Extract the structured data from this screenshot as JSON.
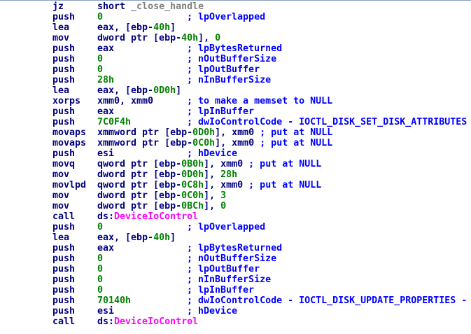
{
  "colors": {
    "text": "#000080",
    "number": "#008000",
    "name": "#808080",
    "import": "#ff00ff",
    "comment": "#0000ff"
  },
  "lines": [
    {
      "mn": "jz",
      "ops": [
        {
          "t": "short ",
          "k": "reg"
        },
        {
          "t": "_close_handle",
          "k": "name"
        }
      ],
      "cm": ""
    },
    {
      "mn": "push",
      "ops": [
        {
          "t": "0",
          "k": "num"
        }
      ],
      "cm": "; lpOverlapped"
    },
    {
      "mn": "lea",
      "ops": [
        {
          "t": "eax, [ebp-",
          "k": "reg"
        },
        {
          "t": "40h",
          "k": "num"
        },
        {
          "t": "]",
          "k": "reg"
        }
      ],
      "cm": ""
    },
    {
      "mn": "mov",
      "ops": [
        {
          "t": "dword ptr [ebp-",
          "k": "reg"
        },
        {
          "t": "40h",
          "k": "num"
        },
        {
          "t": "], ",
          "k": "reg"
        },
        {
          "t": "0",
          "k": "num"
        }
      ],
      "cm": ""
    },
    {
      "mn": "push",
      "ops": [
        {
          "t": "eax",
          "k": "reg"
        }
      ],
      "cm": "; lpBytesReturned"
    },
    {
      "mn": "push",
      "ops": [
        {
          "t": "0",
          "k": "num"
        }
      ],
      "cm": "; nOutBufferSize"
    },
    {
      "mn": "push",
      "ops": [
        {
          "t": "0",
          "k": "num"
        }
      ],
      "cm": "; lpOutBuffer"
    },
    {
      "mn": "push",
      "ops": [
        {
          "t": "28h",
          "k": "num"
        }
      ],
      "cm": "; nInBufferSize"
    },
    {
      "mn": "lea",
      "ops": [
        {
          "t": "eax, [ebp-",
          "k": "reg"
        },
        {
          "t": "0D0h",
          "k": "num"
        },
        {
          "t": "]",
          "k": "reg"
        }
      ],
      "cm": ""
    },
    {
      "mn": "xorps",
      "ops": [
        {
          "t": "xmm0, xmm0",
          "k": "reg"
        }
      ],
      "cm": "; to make a memset to NULL"
    },
    {
      "mn": "push",
      "ops": [
        {
          "t": "eax",
          "k": "reg"
        }
      ],
      "cm": "; lpInBuffer"
    },
    {
      "mn": "push",
      "ops": [
        {
          "t": "7C0F4h",
          "k": "num"
        }
      ],
      "cm": "; dwIoControlCode - IOCTL_DISK_SET_DISK_ATTRIBUTES"
    },
    {
      "mn": "movaps",
      "ops": [
        {
          "t": "xmmword ptr [ebp-",
          "k": "reg"
        },
        {
          "t": "0D0h",
          "k": "num"
        },
        {
          "t": "], xmm0",
          "k": "reg"
        }
      ],
      "cm": "; put at NULL"
    },
    {
      "mn": "movaps",
      "ops": [
        {
          "t": "xmmword ptr [ebp-",
          "k": "reg"
        },
        {
          "t": "0C0h",
          "k": "num"
        },
        {
          "t": "], xmm0",
          "k": "reg"
        }
      ],
      "cm": "; put at NULL"
    },
    {
      "mn": "push",
      "ops": [
        {
          "t": "esi",
          "k": "reg"
        }
      ],
      "cm": "; hDevice"
    },
    {
      "mn": "movq",
      "ops": [
        {
          "t": "qword ptr [ebp-",
          "k": "reg"
        },
        {
          "t": "0B0h",
          "k": "num"
        },
        {
          "t": "], xmm0",
          "k": "reg"
        }
      ],
      "cm": "; put at NULL"
    },
    {
      "mn": "mov",
      "ops": [
        {
          "t": "dword ptr [ebp-",
          "k": "reg"
        },
        {
          "t": "0D0h",
          "k": "num"
        },
        {
          "t": "], ",
          "k": "reg"
        },
        {
          "t": "28h",
          "k": "num"
        }
      ],
      "cm": ""
    },
    {
      "mn": "movlpd",
      "ops": [
        {
          "t": "qword ptr [ebp-",
          "k": "reg"
        },
        {
          "t": "0C8h",
          "k": "num"
        },
        {
          "t": "], xmm0",
          "k": "reg"
        }
      ],
      "cm": "; put at NULL"
    },
    {
      "mn": "mov",
      "ops": [
        {
          "t": "dword ptr [ebp-",
          "k": "reg"
        },
        {
          "t": "0C0h",
          "k": "num"
        },
        {
          "t": "], ",
          "k": "reg"
        },
        {
          "t": "3",
          "k": "num"
        }
      ],
      "cm": ""
    },
    {
      "mn": "mov",
      "ops": [
        {
          "t": "dword ptr [ebp-",
          "k": "reg"
        },
        {
          "t": "0BCh",
          "k": "num"
        },
        {
          "t": "], ",
          "k": "reg"
        },
        {
          "t": "0",
          "k": "num"
        }
      ],
      "cm": ""
    },
    {
      "mn": "call",
      "ops": [
        {
          "t": "ds:",
          "k": "reg"
        },
        {
          "t": "DeviceIoControl",
          "k": "imp"
        }
      ],
      "cm": ""
    },
    {
      "mn": "push",
      "ops": [
        {
          "t": "0",
          "k": "num"
        }
      ],
      "cm": "; lpOverlapped"
    },
    {
      "mn": "lea",
      "ops": [
        {
          "t": "eax, [ebp-",
          "k": "reg"
        },
        {
          "t": "40h",
          "k": "num"
        },
        {
          "t": "]",
          "k": "reg"
        }
      ],
      "cm": ""
    },
    {
      "mn": "push",
      "ops": [
        {
          "t": "eax",
          "k": "reg"
        }
      ],
      "cm": "; lpBytesReturned"
    },
    {
      "mn": "push",
      "ops": [
        {
          "t": "0",
          "k": "num"
        }
      ],
      "cm": "; nOutBufferSize"
    },
    {
      "mn": "push",
      "ops": [
        {
          "t": "0",
          "k": "num"
        }
      ],
      "cm": "; lpOutBuffer"
    },
    {
      "mn": "push",
      "ops": [
        {
          "t": "0",
          "k": "num"
        }
      ],
      "cm": "; nInBufferSize"
    },
    {
      "mn": "push",
      "ops": [
        {
          "t": "0",
          "k": "num"
        }
      ],
      "cm": "; lpInBuffer"
    },
    {
      "mn": "push",
      "ops": [
        {
          "t": "70140h",
          "k": "num"
        }
      ],
      "cm": "; dwIoControlCode - IOCTL_DISK_UPDATE_PROPERTIES -"
    },
    {
      "mn": "push",
      "ops": [
        {
          "t": "esi",
          "k": "reg"
        }
      ],
      "cm": "; hDevice"
    },
    {
      "mn": "call",
      "ops": [
        {
          "t": "ds:",
          "k": "reg"
        },
        {
          "t": "DeviceIoControl",
          "k": "imp"
        }
      ],
      "cm": ""
    }
  ]
}
